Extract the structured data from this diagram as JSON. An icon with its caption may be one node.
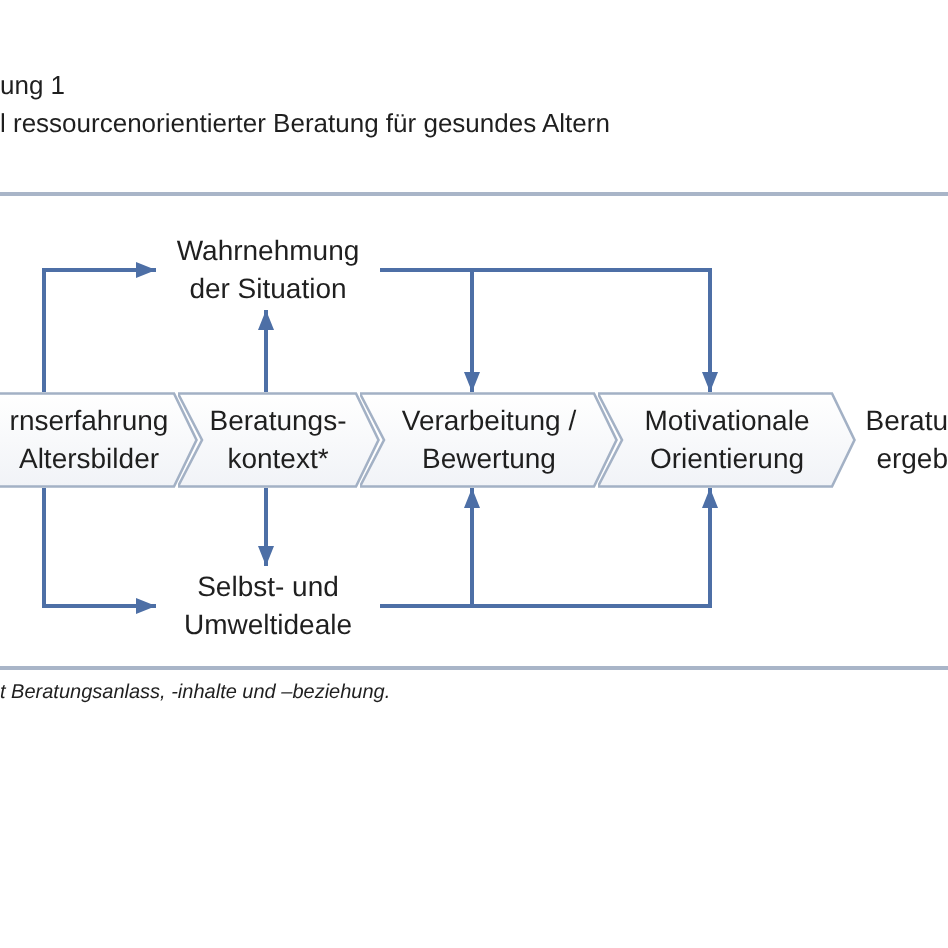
{
  "diagram": {
    "title": "l ressourcenorientierter Beratung für gesundes Altern",
    "caption": "t Beratungsanlass, -inhalte und –beziehung.",
    "nodes": [
      {
        "text": [
          "Wahrnehmung der Situation"
        ]
      },
      {
        "text": [
          "rnserfahrung Altersbilder"
        ]
      },
      {
        "text": [
          "Beratungs- kontext*"
        ]
      },
      {
        "text": [
          "Verarbeitung / Bewertung"
        ]
      },
      {
        "text": [
          "Motivationale Orientierung"
        ]
      },
      {
        "text": [
          "Beratu ergeb"
        ]
      },
      {
        "text": [
          "Selbst- und Umweltideale"
        ]
      }
    ],
    "edges": [
      {
        "from": 1,
        "to": 0,
        "arrow": "to"
      },
      {
        "from": 2,
        "to": 0,
        "arrow": "to"
      },
      {
        "from": 2,
        "to": 6,
        "arrow": "to"
      },
      {
        "from": 1,
        "to": 6,
        "arrow": "to"
      },
      {
        "from": 0,
        "to": 3,
        "arrow": "to"
      },
      {
        "from": 0,
        "to": 4,
        "arrow": "to"
      },
      {
        "from": 6,
        "to": 3,
        "arrow": "to"
      },
      {
        "from": 6,
        "to": 4,
        "arrow": "to"
      }
    ],
    "labels": [
      "ung 1"
    ]
  }
}
